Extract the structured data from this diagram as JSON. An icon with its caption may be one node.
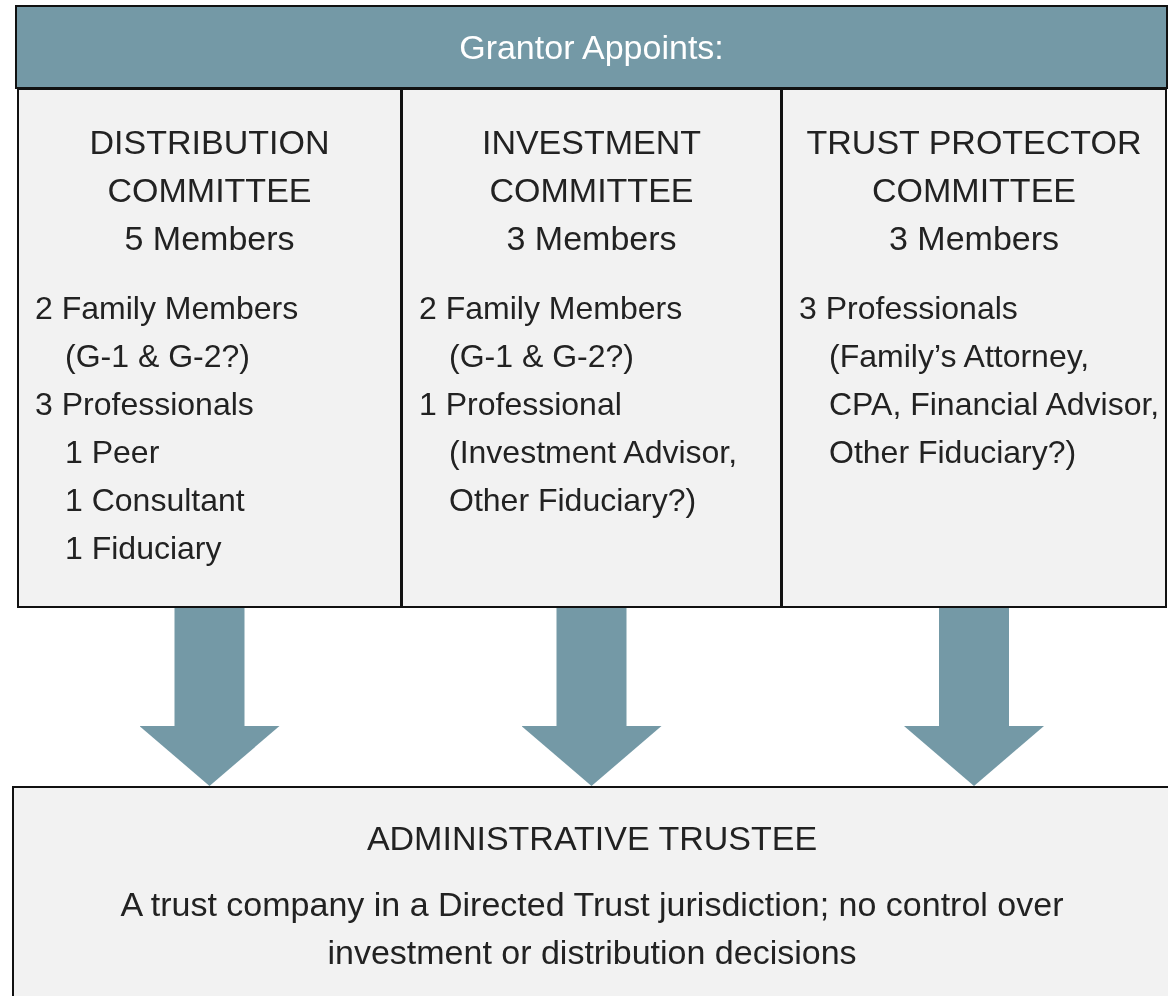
{
  "diagram": {
    "nodes": [
      {
        "text": [
          "Grantor Appoints:"
        ]
      },
      {
        "text": [
          "DISTRIBUTION COMMITTEE",
          "5 Members",
          "2 Family Members",
          "(G-1 & G-2?)",
          "3 Professionals",
          "1 Peer",
          "1 Consultant",
          "1 Fiduciary"
        ]
      },
      {
        "text": [
          "INVESTMENT COMMITTEE",
          "3 Members",
          "2 Family Members",
          "(G-1 & G-2?)",
          "1 Professional",
          "(Investment Advisor, Other Fiduciary?)"
        ]
      },
      {
        "text": [
          "TRUST PROTECTOR COMMITTEE",
          "3 Members",
          "3 Professionals",
          "(Family’s Attorney, CPA, Financial Advisor, Other Fiduciary?)"
        ]
      },
      {
        "text": [
          "ADMINISTRATIVE TRUSTEE",
          "A trust company in a Directed Trust jurisdiction; no control over investment or distribution decisions"
        ]
      }
    ],
    "edges": [
      {
        "from": 1,
        "to": 4,
        "arrow": "to"
      },
      {
        "from": 2,
        "to": 4,
        "arrow": "to"
      },
      {
        "from": 3,
        "to": 4,
        "arrow": "to"
      }
    ]
  }
}
